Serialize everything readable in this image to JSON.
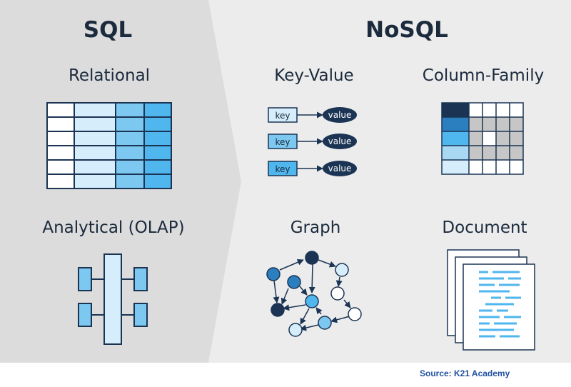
{
  "sql": {
    "title": "SQL",
    "relational": "Relational",
    "analytical": "Analytical (OLAP)"
  },
  "nosql": {
    "title": "NoSQL",
    "key_value": {
      "title": "Key-Value",
      "pairs": [
        {
          "key": "key",
          "value": "value"
        },
        {
          "key": "key",
          "value": "value"
        },
        {
          "key": "key",
          "value": "value"
        }
      ]
    },
    "column_family": "Column-Family",
    "graph": "Graph",
    "document": "Document"
  },
  "source": "Source: K21 Academy",
  "colors": {
    "left_panel": "#dcdcdc",
    "right_panel": "#ececec",
    "navy": "#1b3454",
    "light_blue": "#d6edfb",
    "mid_blue": "#7dc8f0",
    "bright_blue": "#4fb6ee",
    "source_text": "#1f4f9f"
  }
}
